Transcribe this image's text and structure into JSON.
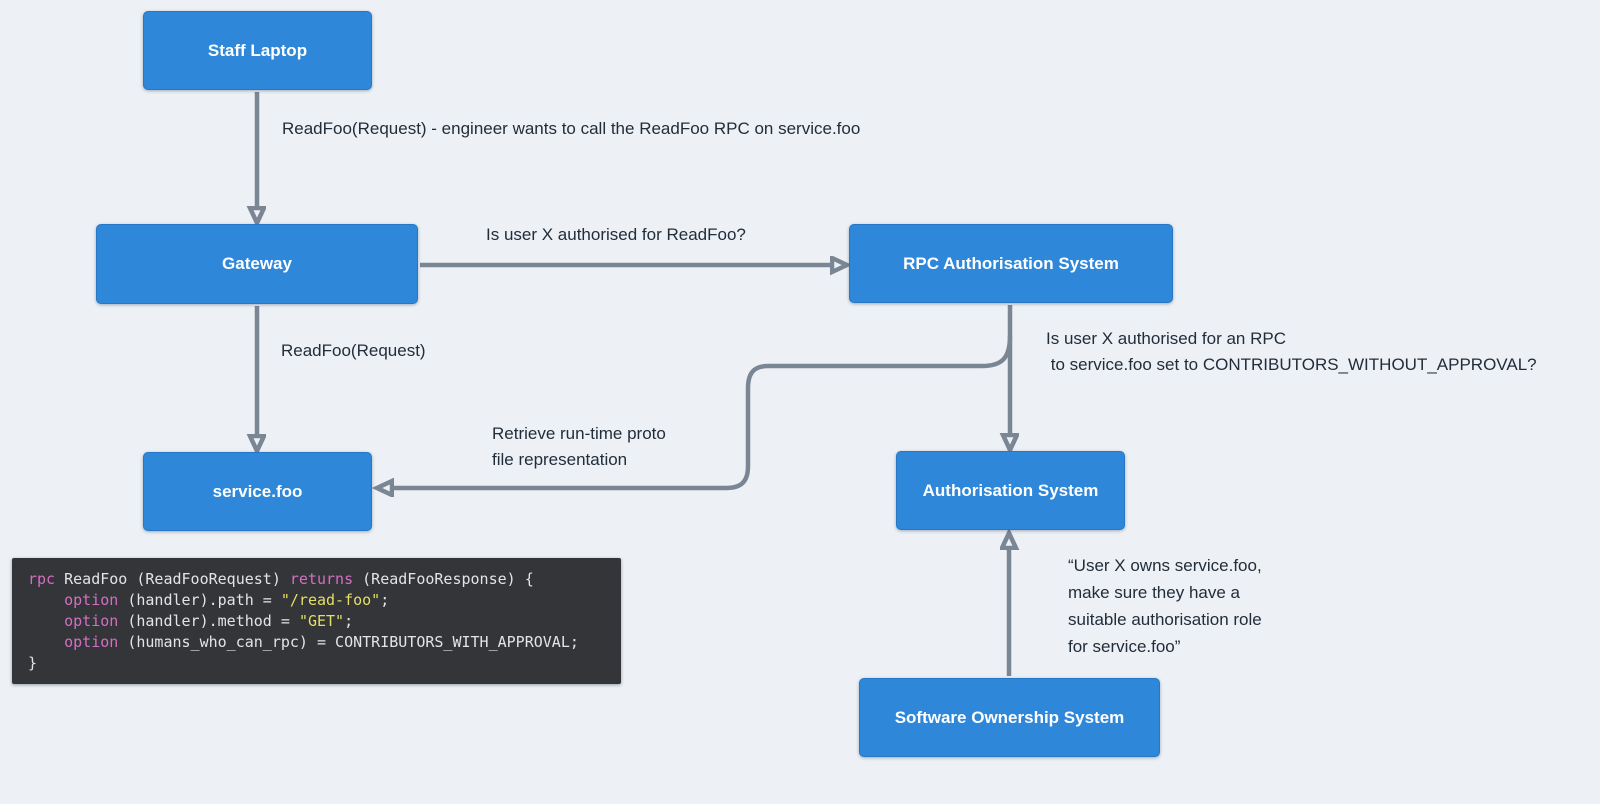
{
  "colors": {
    "background": "#edf1f5",
    "node_blue": "#2e87d9",
    "arrow_gray": "#7a8694",
    "label_ink": "#222d3a",
    "code_background": "#333538",
    "code_keyword_pink": "#d46ec4",
    "code_string_yellow": "#e5df66",
    "code_plain": "#e4e4e4"
  },
  "nodes": {
    "staff_laptop": {
      "label": "Staff Laptop"
    },
    "gateway": {
      "label": "Gateway"
    },
    "rpc_auth": {
      "label": "RPC Authorisation System"
    },
    "service_foo": {
      "label": "service.foo"
    },
    "auth_system": {
      "label": "Authorisation System"
    },
    "software_ownership": {
      "label": "Software Ownership System"
    }
  },
  "edge_labels": {
    "staff_to_gateway": "ReadFoo(Request) - engineer wants to call the ReadFoo RPC on service.foo",
    "gateway_to_rpc_auth": "Is user X authorised for ReadFoo?",
    "gateway_to_service_foo": "ReadFoo(Request)",
    "rpc_auth_to_auth_system": "Is user X authorised for an RPC\n to service.foo set to CONTRIBUTORS_WITHOUT_APPROVAL?",
    "retrieve_proto": "Retrieve run-time proto\nfile representation",
    "ownership_note": "“User X owns service.foo,\nmake sure they have a\nsuitable authorisation role\nfor service.foo”"
  },
  "code": {
    "lines": [
      [
        {
          "t": "rpc",
          "c": "kw"
        },
        {
          "t": " ReadFoo (ReadFooRequest) ",
          "c": "pl"
        },
        {
          "t": "returns",
          "c": "kw"
        },
        {
          "t": " (ReadFooResponse) {",
          "c": "pl"
        }
      ],
      [
        {
          "t": "    ",
          "c": "pl"
        },
        {
          "t": "option",
          "c": "kw"
        },
        {
          "t": " (handler).path = ",
          "c": "pl"
        },
        {
          "t": "\"/read-foo\"",
          "c": "str"
        },
        {
          "t": ";",
          "c": "pl"
        }
      ],
      [
        {
          "t": "    ",
          "c": "pl"
        },
        {
          "t": "option",
          "c": "kw"
        },
        {
          "t": " (handler).method = ",
          "c": "pl"
        },
        {
          "t": "\"GET\"",
          "c": "str"
        },
        {
          "t": ";",
          "c": "pl"
        }
      ],
      [
        {
          "t": "    ",
          "c": "pl"
        },
        {
          "t": "option",
          "c": "kw"
        },
        {
          "t": " (humans_who_can_rpc) = CONTRIBUTORS_WITH_APPROVAL;",
          "c": "pl"
        }
      ],
      [
        {
          "t": "}",
          "c": "pl"
        }
      ]
    ]
  }
}
